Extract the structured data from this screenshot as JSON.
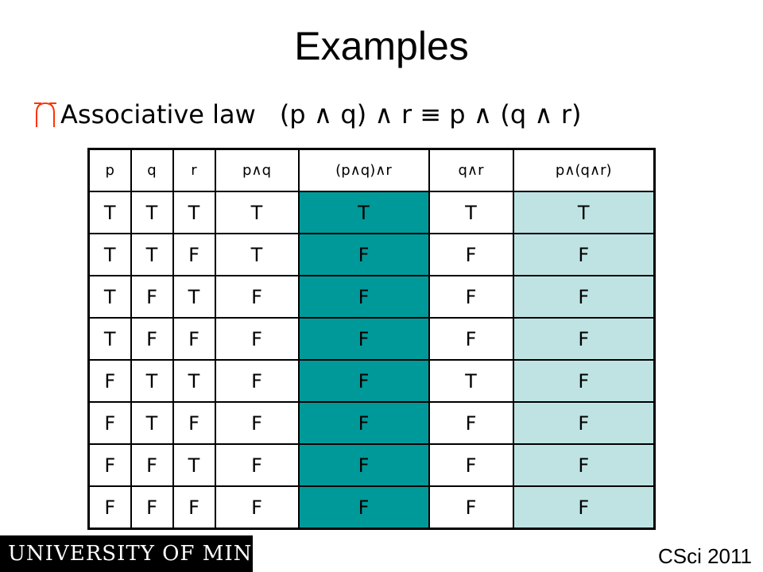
{
  "slide": {
    "title": "Examples",
    "bullet": {
      "label": "Associative law",
      "formula": "(p ∧ q) ∧ r ≡ p ∧ (q ∧ r)"
    }
  },
  "table": {
    "headers": [
      "p",
      "q",
      "r",
      "p∧q",
      "(p∧q)∧r",
      "q∧r",
      "p∧(q∧r)"
    ],
    "rows": [
      [
        "T",
        "T",
        "T",
        "T",
        "T",
        "T",
        "T"
      ],
      [
        "T",
        "T",
        "F",
        "T",
        "F",
        "F",
        "F"
      ],
      [
        "T",
        "F",
        "T",
        "F",
        "F",
        "F",
        "F"
      ],
      [
        "T",
        "F",
        "F",
        "F",
        "F",
        "F",
        "F"
      ],
      [
        "F",
        "T",
        "T",
        "F",
        "F",
        "T",
        "F"
      ],
      [
        "F",
        "T",
        "F",
        "F",
        "F",
        "F",
        "F"
      ],
      [
        "F",
        "F",
        "T",
        "F",
        "F",
        "F",
        "F"
      ],
      [
        "F",
        "F",
        "F",
        "F",
        "F",
        "F",
        "F"
      ]
    ],
    "highlight_colors": {
      "column_5": "#009999",
      "column_7": "#bfe3e3"
    }
  },
  "footer": {
    "university": "UNIVERSITY OF MINNESOTA",
    "course": "CSci 2011"
  },
  "icons": {
    "bullet": "bullet-arc-icon"
  }
}
